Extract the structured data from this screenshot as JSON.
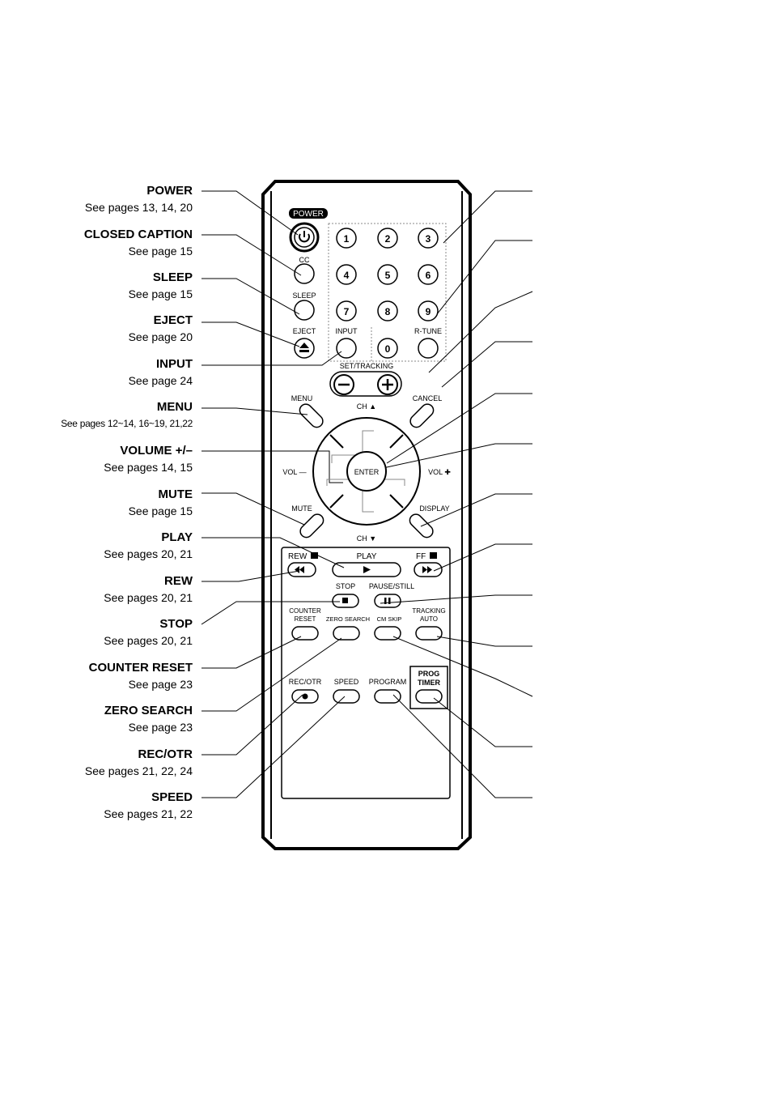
{
  "labels": [
    {
      "title": "POWER",
      "sub": "See pages 13, 14, 20"
    },
    {
      "title": "CLOSED CAPTION",
      "sub": "See page 15"
    },
    {
      "title": "SLEEP",
      "sub": "See page 15"
    },
    {
      "title": "EJECT",
      "sub": "See page 20"
    },
    {
      "title": "INPUT",
      "sub": "See page 24"
    },
    {
      "title": "MENU",
      "sub": "See pages 12~14, 16~19, 21,22"
    },
    {
      "title": "VOLUME +/–",
      "sub": "See pages 14, 15"
    },
    {
      "title": "MUTE",
      "sub": "See page 15"
    },
    {
      "title": "PLAY",
      "sub": "See pages 20, 21"
    },
    {
      "title": "REW",
      "sub": "See pages 20, 21"
    },
    {
      "title": "STOP",
      "sub": "See pages 20, 21"
    },
    {
      "title": "COUNTER RESET",
      "sub": "See page 23"
    },
    {
      "title": "ZERO SEARCH",
      "sub": "See page 23"
    },
    {
      "title": "REC/OTR",
      "sub": "See pages 21, 22, 24"
    },
    {
      "title": "SPEED",
      "sub": "See pages 21, 22"
    }
  ],
  "remote": {
    "power": "POWER",
    "cc": "CC",
    "sleep": "SLEEP",
    "eject": "EJECT",
    "input": "INPUT",
    "rtune": "R-TUNE",
    "digits": [
      "1",
      "2",
      "3",
      "4",
      "5",
      "6",
      "7",
      "8",
      "9",
      "0"
    ],
    "set_tracking": "SET/TRACKING",
    "menu": "MENU",
    "ch_up": "CH ▲",
    "cancel": "CANCEL",
    "enter": "ENTER",
    "vol_minus": "VOL —",
    "vol_plus": "VOL ✚",
    "mute": "MUTE",
    "display": "DISPLAY",
    "ch_down": "CH ▼",
    "rew": "REW",
    "play": "PLAY",
    "ff": "FF",
    "stop": "STOP",
    "pause_still": "PAUSE/STILL",
    "counter": "COUNTER",
    "reset": "RESET",
    "zero_search": "ZERO SEARCH",
    "cm_skip": "CM SKIP",
    "tracking": "TRACKING",
    "auto": "AUTO",
    "rec_otr": "REC/OTR",
    "speed": "SPEED",
    "program": "PROGRAM",
    "prog": "PROG",
    "timer": "TIMER"
  }
}
